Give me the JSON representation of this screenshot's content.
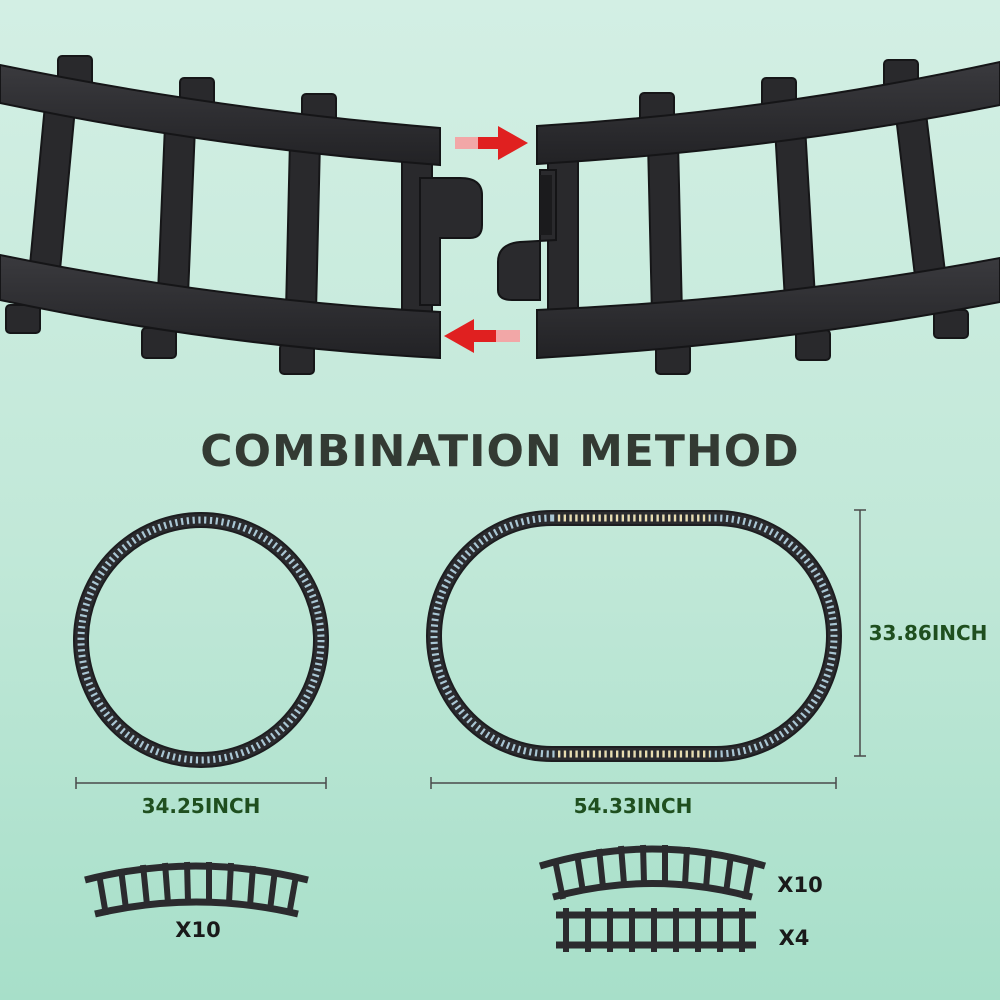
{
  "heading": "COMBINATION METHOD",
  "circle_layout": {
    "width_label": "34.25INCH",
    "piece_count": "X10"
  },
  "oval_layout": {
    "width_label": "54.33INCH",
    "height_label": "33.86INCH",
    "curved_count": "X10",
    "straight_count": "X4"
  },
  "colors": {
    "background_top": "#c9ece0",
    "background_bottom": "#a7dfc9",
    "track": "#2b2b2e",
    "arrow": "#e02020",
    "heading": "#333a33",
    "dimension_text": "#1f4f1f"
  },
  "icons": [
    "right-arrow-icon",
    "left-arrow-icon"
  ]
}
